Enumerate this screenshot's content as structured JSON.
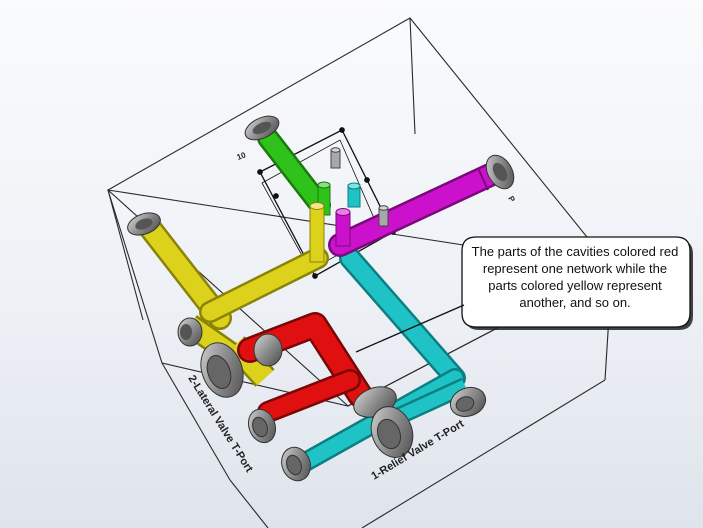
{
  "scene": {
    "colors": {
      "red": "#e01010",
      "yellow": "#dcd21c",
      "green": "#2fc21a",
      "magenta": "#cc11cc",
      "cyan": "#1fc3c6",
      "gray": "#8c8c8c",
      "background": "#eef1f6"
    },
    "labels": {
      "lateral_valve_port": "2-Lateral Valve T-Port",
      "relief_valve_port": "1-Relief Valve T-Port",
      "tag_a": "10",
      "tag_b": "P"
    }
  },
  "callout": {
    "text": "The parts of the cavities colored red represent one network while the parts colored yellow represent another, and so on."
  }
}
